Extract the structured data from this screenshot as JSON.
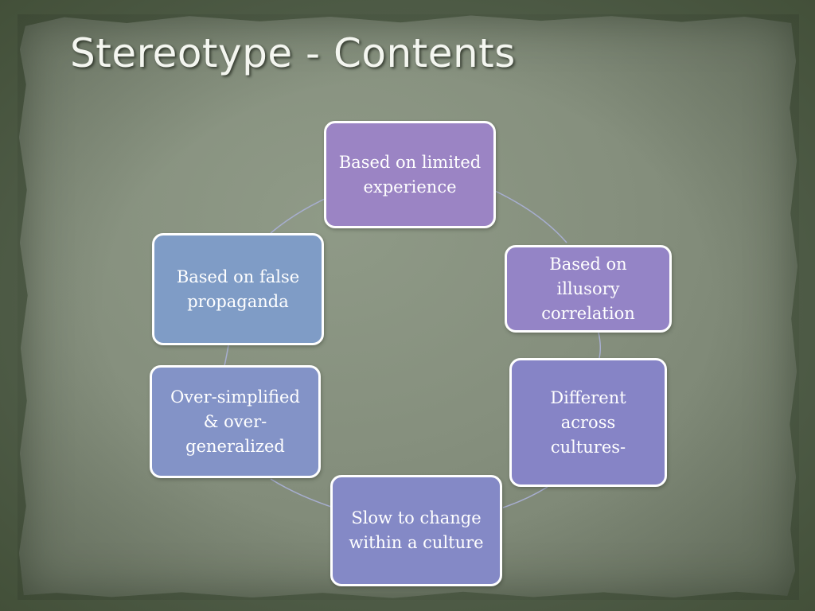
{
  "slide": {
    "title": "Stereotype - Contents"
  },
  "diagram": {
    "type": "cycle",
    "nodes": [
      {
        "id": "limited",
        "label": "Based on limited experience",
        "color": "#9b84c4"
      },
      {
        "id": "illusory",
        "label": "Based on illusory correlation",
        "color": "#9484c6"
      },
      {
        "id": "cultures",
        "label": "Different across cultures-",
        "color": "#8684c6"
      },
      {
        "id": "slow",
        "label": "Slow to change within a culture",
        "color": "#8489c6"
      },
      {
        "id": "oversimplified",
        "label": "Over-simplified & over-generalized",
        "color": "#8393c7"
      },
      {
        "id": "propaganda",
        "label": "Based on false propaganda",
        "color": "#7f9cc6"
      }
    ],
    "connector_color": "#a7aed0"
  }
}
